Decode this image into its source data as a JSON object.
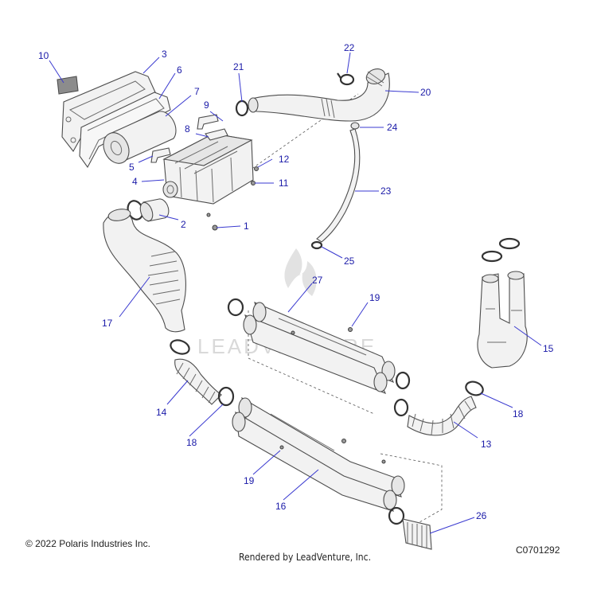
{
  "callouts": [
    "10",
    "3",
    "6",
    "7",
    "21",
    "22",
    "20",
    "9",
    "8",
    "24",
    "5",
    "12",
    "4",
    "11",
    "23",
    "2",
    "1",
    "25",
    "27",
    "19",
    "17",
    "15",
    "14",
    "18",
    "13",
    "19",
    "18",
    "16",
    "26"
  ],
  "watermark": "LEADVENTURE",
  "footer": {
    "copyright": "© 2022 Polaris Industries Inc.",
    "rendered_by": "Rendered by LeadVenture, Inc.",
    "diagram_code": "C0701292"
  },
  "colors": {
    "callout": "#1a1aa8",
    "leader": "#3a3ad0",
    "line_art": "#4d4d4d"
  }
}
